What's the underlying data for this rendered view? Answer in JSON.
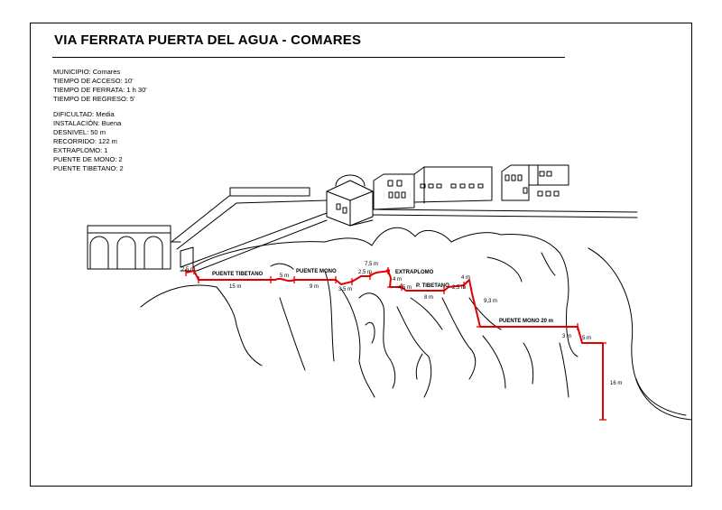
{
  "title": "VIA FERRATA PUERTA DEL AGUA - COMARES",
  "info_block_1": [
    "MUNICIPIO: Comares",
    "TIEMPO DE ACCESO: 10'",
    "TIEMPO DE FERRATA: 1 h 30'",
    "TIEMPO DE REGRESO: 5'"
  ],
  "info_block_2": [
    "DIFICULTAD: Media",
    "INSTALACIÓN: Buena",
    "DESNIVEL: 50 m",
    "RECORRIDO:  122 m",
    "EXTRAPLOMO: 1",
    "PUENTE DE MONO: 2",
    "PUENTE TIBETANO: 2"
  ],
  "route_labels": {
    "seg_2_5_a": "2,5 m",
    "puente_tibetano_1": "PUENTE TIBETANO",
    "seg_15": "15 m",
    "seg_5": "5 m",
    "puente_mono_1": "PUENTE MONO",
    "seg_9": "9 m",
    "seg_3_5": "3,5 m",
    "seg_7_5": "7,5 m",
    "seg_2_5_b": "2,5 m",
    "extraplomo": "EXTRAPLOMO",
    "seg_4_a": "4 m",
    "seg_4_5": "4,5 m",
    "p_tibetano": "P. TIBETANO",
    "seg_8": "8 m",
    "seg_2_5_c": "2,5 m",
    "seg_4_b": "4 m",
    "seg_9_3": "9,3 m",
    "puente_mono_2": "PUENTE MONO 20 m",
    "seg_3": "3 m",
    "seg_5_b": "5 m",
    "seg_16": "16 m"
  },
  "colors": {
    "route": "#e00000",
    "ink": "#000000",
    "background": "#ffffff"
  }
}
